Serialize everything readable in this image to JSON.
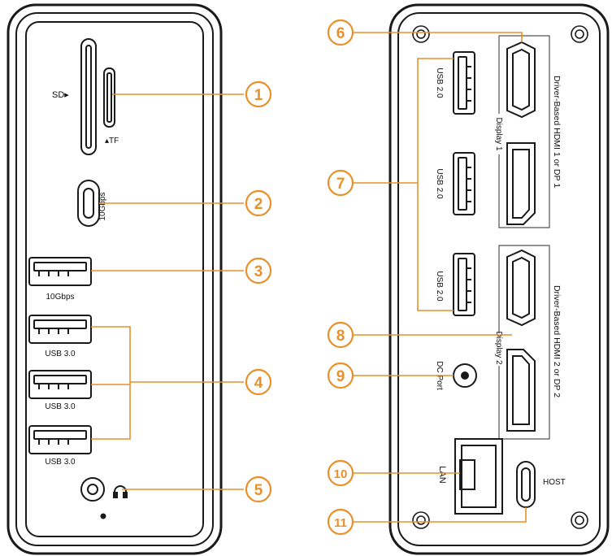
{
  "colors": {
    "accent": "#e8902a",
    "stroke": "#1a1a1a",
    "background": "#ffffff"
  },
  "front": {
    "sd_label": "SD▸",
    "tf_label": "▴TF",
    "usbc_label": "10Gbps",
    "usba_top_label": "10Gbps",
    "usb3_labels": [
      "USB 3.0",
      "USB 3.0",
      "USB 3.0"
    ],
    "headset_icon": "headset-icon",
    "power_icon": "power-led-icon"
  },
  "back": {
    "usb2_labels": [
      "USB 2.0",
      "USB 2.0",
      "USB 2.0"
    ],
    "display1_label": "Display 1",
    "display2_label": "Display 2",
    "hdmi1_label": "Driver-Based HDMI 1 or DP 1",
    "hdmi2_label": "Driver-Based HDMI 2 or DP 2",
    "dc_label": "DC Port",
    "lan_label": "LAN",
    "host_label": "HOST"
  },
  "callouts": [
    "1",
    "2",
    "3",
    "4",
    "5",
    "6",
    "7",
    "8",
    "9",
    "10",
    "11"
  ]
}
